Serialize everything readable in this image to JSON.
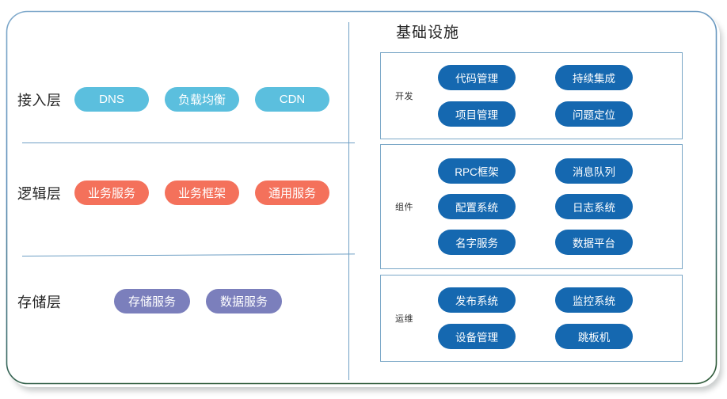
{
  "diagram": {
    "title_right": "基础设施",
    "left_layers": [
      {
        "label": "接入层",
        "name": "access-layer",
        "color": "#5BBFDE",
        "items": [
          "DNS",
          "负载均衡",
          "CDN"
        ]
      },
      {
        "label": "逻辑层",
        "name": "logic-layer",
        "color": "#F4715B",
        "items": [
          "业务服务",
          "业务框架",
          "通用服务"
        ]
      },
      {
        "label": "存储层",
        "name": "storage-layer",
        "color": "#7B7FBC",
        "items": [
          "存储服务",
          "数据服务"
        ]
      }
    ],
    "right_groups": [
      {
        "label": "开发",
        "name": "development",
        "color": "#1568B0",
        "rows": [
          [
            "代码管理",
            "持续集成"
          ],
          [
            "项目管理",
            "问题定位"
          ]
        ]
      },
      {
        "label": "组件",
        "name": "components",
        "color": "#1568B0",
        "rows": [
          [
            "RPC框架",
            "消息队列"
          ],
          [
            "配置系统",
            "日志系统"
          ],
          [
            "名字服务",
            "数据平台"
          ]
        ]
      },
      {
        "label": "运维",
        "name": "operations",
        "color": "#1568B0",
        "rows": [
          [
            "发布系统",
            "监控系统"
          ],
          [
            "设备管理",
            "跳板机"
          ]
        ]
      }
    ],
    "colors": {
      "frame_border_top": "#5B8DB8",
      "frame_border_bottom": "#2F5B3A",
      "divider": "#6E9FC4",
      "group_border": "#7AA7C7",
      "text": "#262626"
    }
  }
}
